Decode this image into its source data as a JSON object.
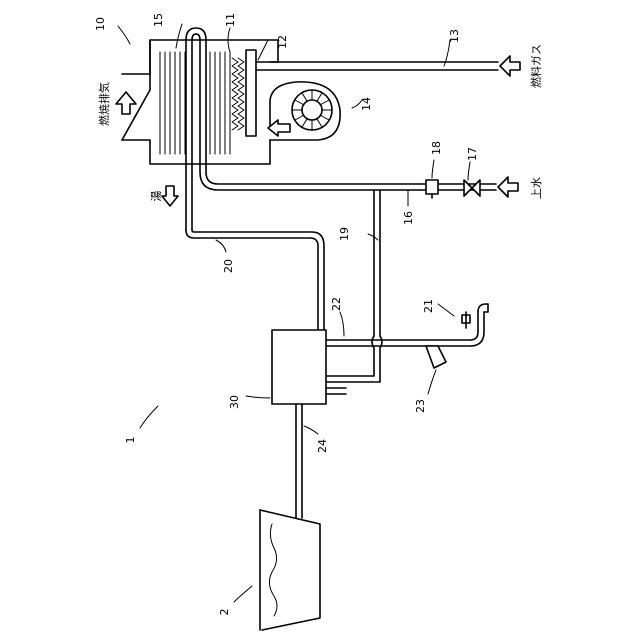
{
  "labels": {
    "system": "1",
    "tank": "2",
    "water_heater": "10",
    "burner": "11",
    "heat_exchanger_case": "12",
    "gas_pipe": "13",
    "fan": "14",
    "heat_exchanger": "15",
    "inlet_pipe": "16",
    "valve": "17",
    "flow_sensor": "18",
    "bypass_pipe": "19",
    "hot_water_pipe": "20",
    "faucet": "21",
    "branch_pipe": "22",
    "nozzle": "23",
    "drain_pipe": "24",
    "controller": "30"
  },
  "texts": {
    "exhaust": "燃焼排気",
    "fuel_gas": "燃料ガス",
    "supply_water": "上水",
    "hot_water": "湯"
  }
}
